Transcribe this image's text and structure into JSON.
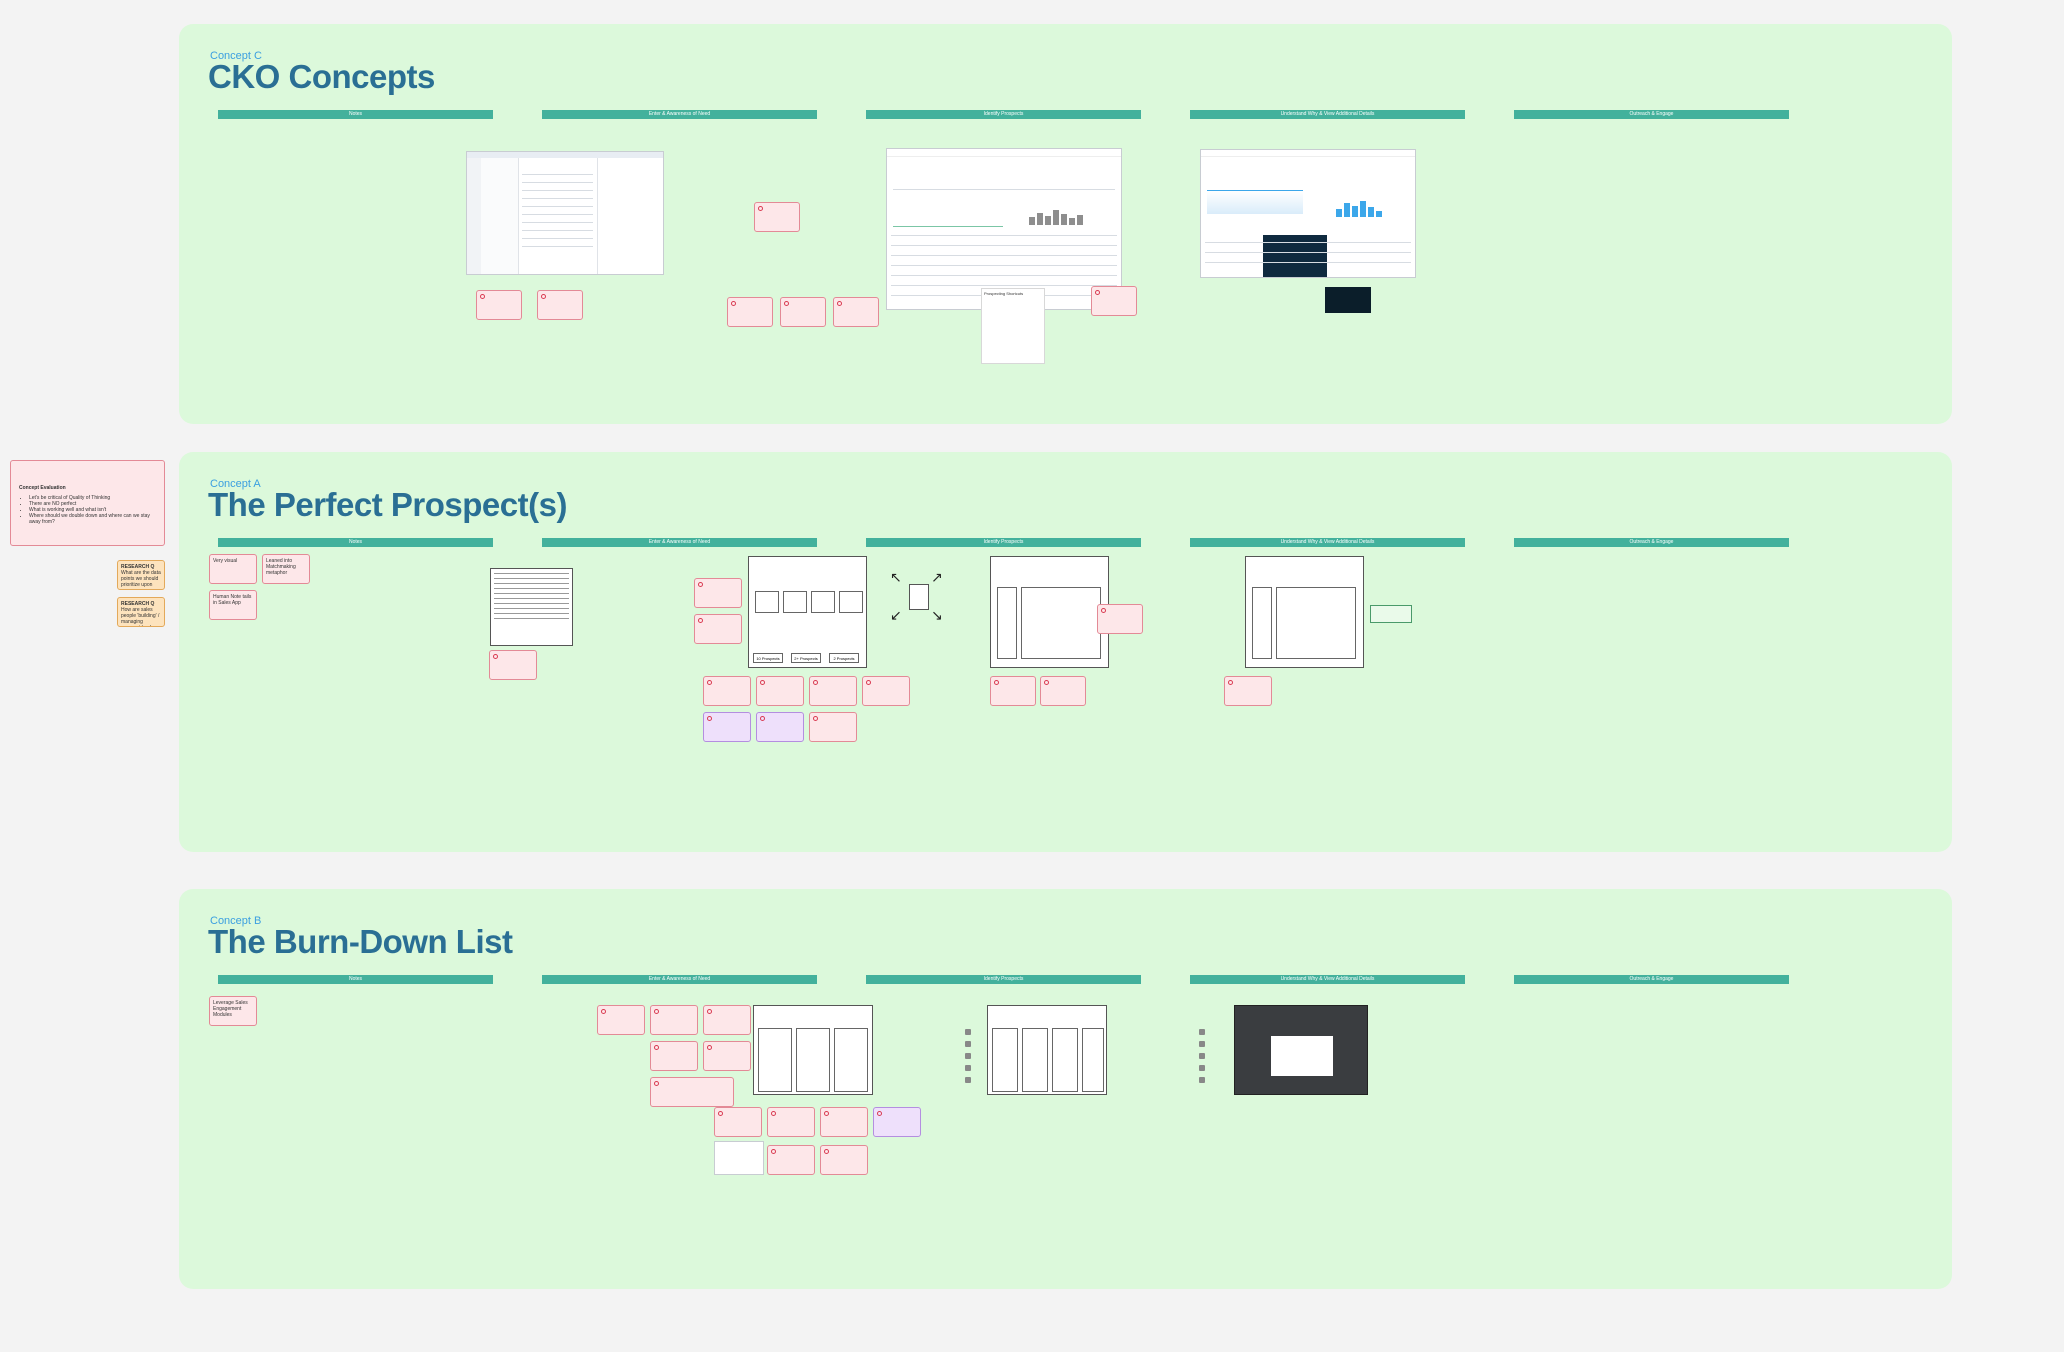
{
  "lanes": [
    "Notes",
    "Enter & Awareness of Need",
    "Identify Prospects",
    "Understand Why & View Additional Details",
    "Outreach & Engage"
  ],
  "concept_c": {
    "kicker": "Concept C",
    "title": "CKO Concepts"
  },
  "concept_a": {
    "kicker": "Concept A",
    "title": "The Perfect Prospect(s)"
  },
  "concept_b": {
    "kicker": "Concept B",
    "title": "The Burn-Down List"
  },
  "side_note": {
    "title": "Concept Evaluation",
    "items": [
      "Let's be critical of Quality of Thinking",
      "There are NO perfect",
      "What is working well and what isn't",
      "Where should we double down and where can we stay away from?"
    ]
  },
  "research": [
    {
      "label": "RESEARCH Q",
      "text": "What are the data points we should prioritize upon repo"
    },
    {
      "label": "RESEARCH Q",
      "text": "How are sales people 'building' / managing prospect books"
    }
  ],
  "a_notes": [
    "Very visual",
    "Leaned into Matchmaking metaphor",
    "Human Note tails in Sales App"
  ],
  "b_notes": [
    "Leverage Sales Engagement Modules"
  ],
  "a_wire_buttons": [
    "10 Prospects",
    "2+ Prospects",
    "2 Prospects"
  ],
  "c_popup": {
    "title": "Prospecting Shortcuts"
  }
}
